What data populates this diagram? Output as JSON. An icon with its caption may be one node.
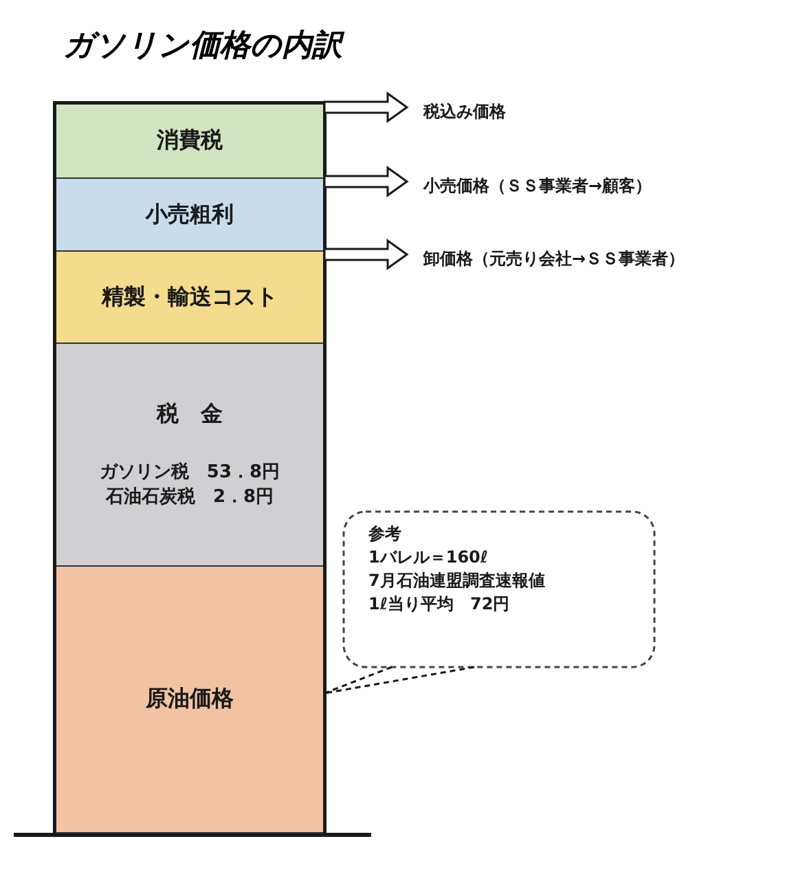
{
  "diagram": {
    "title": "ガソリン価格の内訳",
    "nodes": [
      {
        "text": [
          "消費税"
        ]
      },
      {
        "text": [
          "小売粗利"
        ]
      },
      {
        "text": [
          "精製・輸送コスト"
        ]
      },
      {
        "text": [
          "税　金",
          "ガソリン税　53．8円",
          "石油石炭税　2．8円"
        ]
      },
      {
        "text": [
          "原油価格"
        ]
      },
      {
        "text": [
          "参考",
          "1バレル＝160ℓ",
          "7月石油連盟調査速報値",
          "1ℓ当り平均　72円"
        ]
      },
      {
        "text": [
          "税込み価格"
        ]
      },
      {
        "text": [
          "小売価格（ＳＳ事業者→顧客）"
        ]
      },
      {
        "text": [
          "卸価格（元売り会社→ＳＳ事業者）"
        ]
      }
    ],
    "edges": [
      {
        "from": null,
        "to": 6,
        "arrow": "to"
      },
      {
        "from": null,
        "to": 7,
        "arrow": "to"
      },
      {
        "from": null,
        "to": 8,
        "arrow": "to"
      },
      {
        "from": 5,
        "to": 4,
        "arrow": "none",
        "style": "dashed"
      }
    ]
  }
}
